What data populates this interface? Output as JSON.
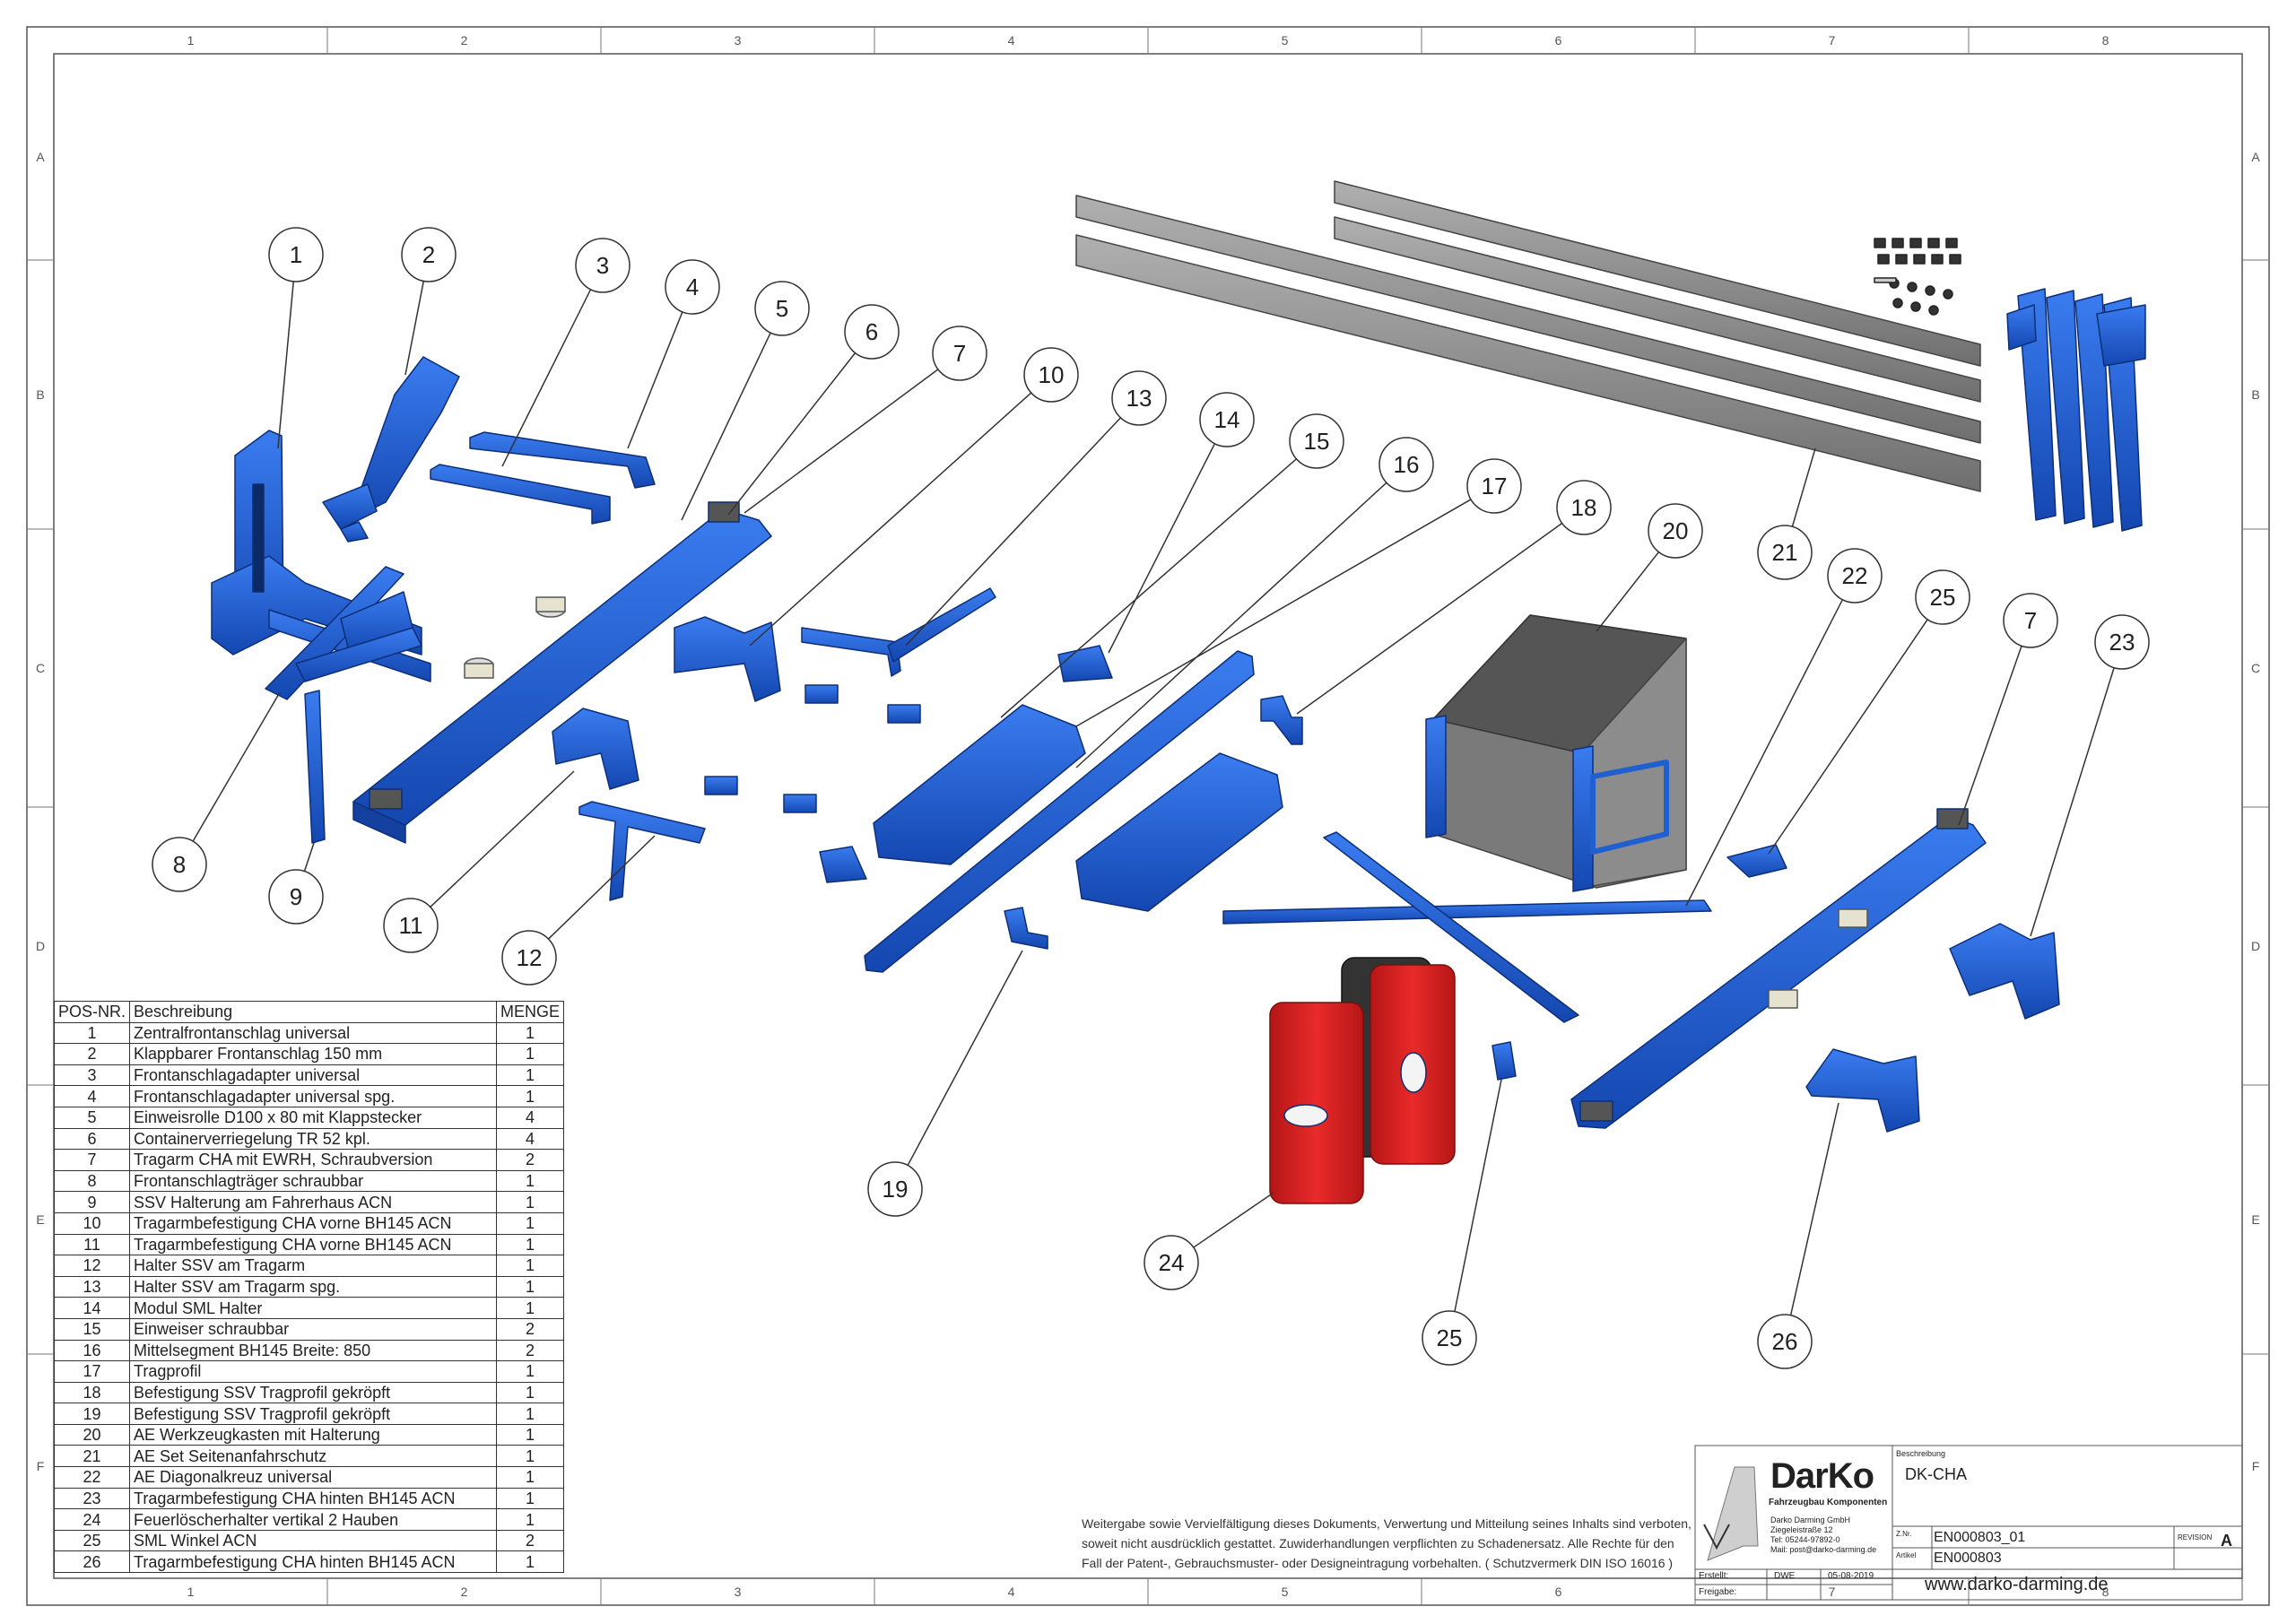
{
  "frame": {
    "col_labels": [
      "1",
      "2",
      "3",
      "4",
      "5",
      "6",
      "7",
      "8"
    ],
    "row_labels": [
      "A",
      "B",
      "C",
      "D",
      "E",
      "F"
    ]
  },
  "balloons": [
    "1",
    "2",
    "3",
    "4",
    "5",
    "6",
    "7",
    "10",
    "13",
    "14",
    "15",
    "16",
    "17",
    "18",
    "20",
    "21",
    "22",
    "25",
    "7",
    "23",
    "8",
    "9",
    "11",
    "12",
    "19",
    "24",
    "25",
    "26"
  ],
  "bom": {
    "headers": [
      "POS-NR.",
      "Beschreibung",
      "MENGE"
    ],
    "rows": [
      [
        "1",
        "Zentralfrontanschlag universal",
        "1"
      ],
      [
        "2",
        "Klappbarer Frontanschlag 150 mm",
        "1"
      ],
      [
        "3",
        "Frontanschlagadapter universal",
        "1"
      ],
      [
        "4",
        "Frontanschlagadapter universal spg.",
        "1"
      ],
      [
        "5",
        "Einweisrolle D100 x 80  mit Klappstecker",
        "4"
      ],
      [
        "6",
        "Containerverriegelung TR 52 kpl.",
        "4"
      ],
      [
        "7",
        "Tragarm CHA mit EWRH, Schraubversion",
        "2"
      ],
      [
        "8",
        "Frontanschlagträger schraubbar",
        "1"
      ],
      [
        "9",
        "SSV Halterung am Fahrerhaus ACN",
        "1"
      ],
      [
        "10",
        "Tragarmbefestigung CHA vorne BH145 ACN",
        "1"
      ],
      [
        "11",
        "Tragarmbefestigung CHA vorne BH145 ACN",
        "1"
      ],
      [
        "12",
        "Halter SSV am Tragarm",
        "1"
      ],
      [
        "13",
        "Halter SSV am Tragarm spg.",
        "1"
      ],
      [
        "14",
        "Modul SML Halter",
        "1"
      ],
      [
        "15",
        "Einweiser schraubbar",
        "2"
      ],
      [
        "16",
        "Mittelsegment BH145 Breite: 850",
        "2"
      ],
      [
        "17",
        "Tragprofil",
        "1"
      ],
      [
        "18",
        "Befestigung SSV Tragprofil gekröpft",
        "1"
      ],
      [
        "19",
        "Befestigung SSV Tragprofil gekröpft",
        "1"
      ],
      [
        "20",
        "AE Werkzeugkasten mit Halterung",
        "1"
      ],
      [
        "21",
        "AE Set Seitenanfahrschutz",
        "1"
      ],
      [
        "22",
        "AE Diagonalkreuz universal",
        "1"
      ],
      [
        "23",
        "Tragarmbefestigung CHA hinten BH145 ACN",
        "1"
      ],
      [
        "24",
        "Feuerlöscherhalter vertikal 2 Hauben",
        "1"
      ],
      [
        "25",
        "SML Winkel ACN",
        "2"
      ],
      [
        "26",
        "Tragarmbefestigung CHA hinten BH145 ACN",
        "1"
      ]
    ]
  },
  "note": "Weitergabe sowie Vervielfältigung dieses Dokuments, Verwertung und Mitteilung seines Inhalts sind verboten, soweit nicht ausdrücklich gestattet. Zuwiderhandlungen verpflichten zu Schadenersatz. Alle Rechte für den Fall der Patent-, Gebrauchsmuster- oder Designeintragung vorbehalten. ( Schutzvermerk DIN ISO 16016 )",
  "titleblock": {
    "logo": "DarKo",
    "logo_sub": "Fahrzeugbau Komponenten",
    "company": [
      "Darko Darming GmbH",
      "Ziegeleistraße 12",
      "Tel: 05244-97892-0",
      "Mail: post@darko-darming.de"
    ],
    "beschreibung_label": "Beschreibung",
    "beschreibung": "DK-CHA",
    "znr_label": "Z.Nr.",
    "znr": "EN000803_01",
    "revision_label": "REVISION",
    "revision": "A",
    "artikel_label": "Artikel",
    "artikel": "EN000803",
    "erstellt_label": "Erstellt:",
    "erstellt_by": "DWE",
    "erstellt_date": "05-08-2019",
    "freigabe_label": "Freigabe:",
    "website": "www.darko-darming.de"
  },
  "colors": {
    "part_blue": "#1f5fcf",
    "rail_gray": "#8a8a8a",
    "extinguisher_red": "#d82020"
  }
}
